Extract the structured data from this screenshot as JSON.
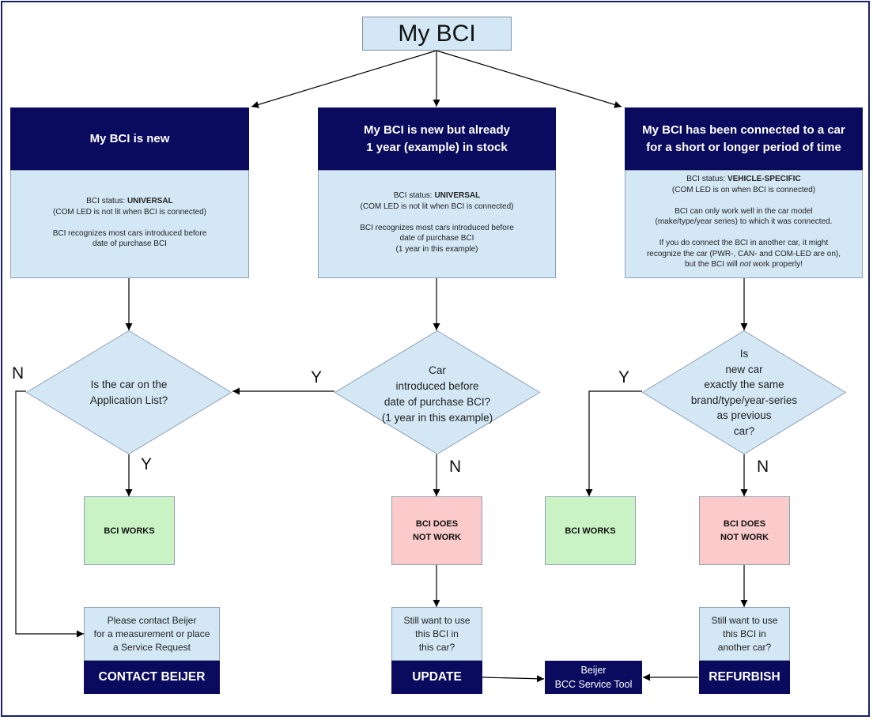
{
  "title": "My BCI",
  "columns": [
    {
      "header": [
        "My BCI is new"
      ],
      "panel": {
        "status_prefix": "BCI status: ",
        "status_value": "UNIVERSAL",
        "lines": [
          "(COM LED is not lit when BCI is connected)",
          "",
          "BCI recognizes most cars introduced before",
          "date of purchase BCI"
        ]
      }
    },
    {
      "header": [
        "My BCI is new but already",
        "1 year (example) in stock"
      ],
      "panel": {
        "status_prefix": "BCI status: ",
        "status_value": "UNIVERSAL",
        "lines": [
          "(COM LED is not lit when BCI is connected)",
          "",
          "BCI recognizes most cars introduced before",
          "date of purchase BCI",
          "(1 year in this example)"
        ]
      }
    },
    {
      "header": [
        "My BCI has been connected to a car",
        "for a short or longer period of time"
      ],
      "panel": {
        "status_prefix": "BCI status: ",
        "status_value": "VEHICLE-SPECIFIC",
        "lines": [
          "(COM LED is on when BCI is connected)",
          "",
          "BCI can only work well in the car model",
          "(make/type/year series) to which it was connected.",
          "",
          "If you do connect the BCI in another car, it might",
          "recognize the car (PWR-, CAN- and COM-LED are on),"
        ],
        "last_line_before": "but the BCI will ",
        "last_line_emph": "not",
        "last_line_after": " work properly!"
      }
    }
  ],
  "decisions": [
    {
      "lines": [
        "Is the car on the",
        "Application List?"
      ]
    },
    {
      "lines": [
        "Car",
        "introduced before",
        "date of purchase BCI?",
        "(1 year in this example)"
      ]
    },
    {
      "lines": [
        "Is",
        "new car",
        "exactly the same",
        "brand/type/year-series",
        "as previous",
        "car?"
      ]
    }
  ],
  "branch_labels": {
    "d1_no": "N",
    "d1_yes": "Y",
    "d2_yes": "Y",
    "d2_no": "N",
    "d3_yes": "Y",
    "d3_no": "N"
  },
  "outcomes": {
    "works_1": "BCI WORKS",
    "not_work_2": [
      "BCI DOES",
      "NOT WORK"
    ],
    "works_3": "BCI WORKS",
    "not_work_4": [
      "BCI DOES",
      "NOT WORK"
    ]
  },
  "info_boxes": {
    "contact": [
      "Please contact Beijer",
      "for a measurement or place",
      "a Service Request"
    ],
    "update": [
      "Still want to use",
      "this BCI in",
      "this car?"
    ],
    "refurbish": [
      "Still want to use",
      "this BCI in",
      "another car?"
    ]
  },
  "actions": {
    "contact": "CONTACT BEIJER",
    "update": "UPDATE",
    "refurbish": "REFURBISH"
  },
  "service_tool": [
    "Beijer",
    "BCC Service Tool"
  ],
  "colors": {
    "navy": "#0a0a5e",
    "light_blue": "#d3e7f5",
    "green": "#c9f3c4",
    "pink": "#fbcaca",
    "border": "#1b1f6e"
  }
}
